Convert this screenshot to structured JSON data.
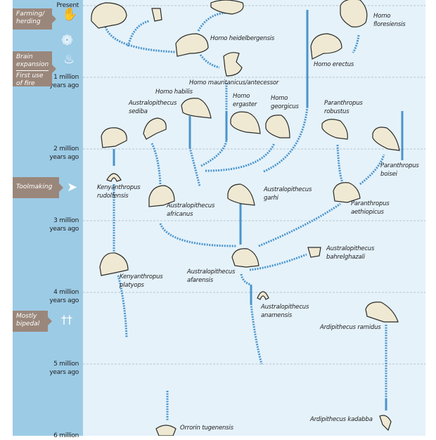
{
  "timeline": {
    "ticks": [
      {
        "line1": "Present",
        "line2": ""
      },
      {
        "line1": "1 million",
        "line2": "years ago"
      },
      {
        "line1": "2 million",
        "line2": "years ago"
      },
      {
        "line1": "3 million",
        "line2": "years ago"
      },
      {
        "line1": "4 million",
        "line2": "years ago"
      },
      {
        "line1": "5 million",
        "line2": "years ago"
      },
      {
        "line1": "6 million",
        "line2": ""
      }
    ]
  },
  "milestones": {
    "farming": "Farming/ herding",
    "brain": "Brain expansion",
    "fire": "First use of fire",
    "tools": "Toolmaking",
    "bipedal": "Mostly bipedal"
  },
  "icons": [
    "hand-seed-icon",
    "brain-icon",
    "fire-icon",
    "stone-tool-icon",
    "footprints-icon"
  ],
  "species": [
    {
      "l1": "Homo heidelbergensis",
      "l2": ""
    },
    {
      "l1": "Homo",
      "l2": "floresiensis"
    },
    {
      "l1": "Homo erectus",
      "l2": ""
    },
    {
      "l1": "Homo mauritanicus/antecessor",
      "l2": ""
    },
    {
      "l1": "Homo habilis",
      "l2": ""
    },
    {
      "l1": "Australopithecus",
      "l2": "sediba"
    },
    {
      "l1": "Homo",
      "l2": "ergaster"
    },
    {
      "l1": "Homo",
      "l2": "georgicus"
    },
    {
      "l1": "Paranthropus",
      "l2": "robustus"
    },
    {
      "l1": "Paranthropus",
      "l2": "boisei"
    },
    {
      "l1": "Kenyanthropus",
      "l2": "rudolfensis"
    },
    {
      "l1": "Australopithecus",
      "l2": "africanus"
    },
    {
      "l1": "Australopithecus",
      "l2": "garhi"
    },
    {
      "l1": "Paranthropus",
      "l2": "aethiopicus"
    },
    {
      "l1": "Australopithecus",
      "l2": "bahrelghazali"
    },
    {
      "l1": "Australopithecus",
      "l2": "afarensis"
    },
    {
      "l1": "Kenyanthropus",
      "l2": "platyops"
    },
    {
      "l1": "Australopithecus",
      "l2": "anamensis"
    },
    {
      "l1": "Ardipithecus ramidus",
      "l2": ""
    },
    {
      "l1": "Ardipithecus kadabba",
      "l2": ""
    },
    {
      "l1": "Orrorin tugenensis",
      "l2": ""
    }
  ],
  "colors": {
    "sidebar": "#9ccbe6",
    "field": "#e5f2fa",
    "lineage": "#4a94cc",
    "callout": "#9a877b",
    "skull": "#efe9d3"
  }
}
